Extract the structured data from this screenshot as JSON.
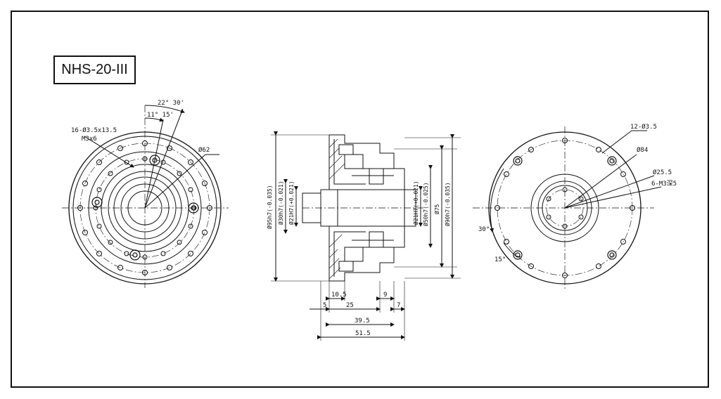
{
  "title": "NHS-20-III",
  "front_view": {
    "angle_big": "22° 30'",
    "angle_small": "11° 15'",
    "holes": "16-Ø3.5x13.5",
    "thread": "M3x6",
    "dia": "Ø62"
  },
  "section_view": {
    "dia_left": [
      "Ø95h7(-0.035)",
      "Ø30h7(-0.021)",
      "Ø21H7(+0.021)"
    ],
    "dia_right": [
      "Ø21H7(+0.021)",
      "Ø50h7(-0.025)",
      "Ø75",
      "Ø90h7(-0.035)"
    ],
    "d_10_5": "10.5",
    "d_25": "25",
    "d_9": "9",
    "d_5": "5",
    "d_7": "7",
    "d_39_5": "39.5",
    "d_51_5": "51.5"
  },
  "rear_view": {
    "holes": "12-Ø3.5",
    "dia_84": "Ø84",
    "dia_25_5": "Ø25.5",
    "thread": "6-M3深5",
    "angle_30": "30°",
    "angle_15": "15°"
  }
}
